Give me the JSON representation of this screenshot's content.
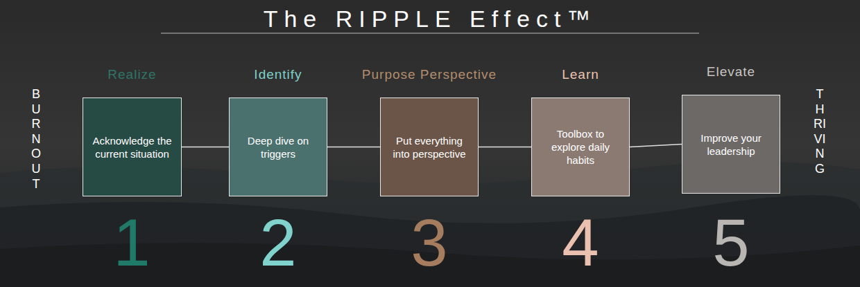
{
  "diagram": {
    "title": "The RIPPLE Effect™",
    "nodes": [
      {
        "text": [
          "Realize",
          "Acknowledge the current situation"
        ]
      },
      {
        "text": [
          "Identify",
          "Deep dive on triggers"
        ]
      },
      {
        "text": [
          "Purpose Perspective",
          "Put everything into perspective"
        ]
      },
      {
        "text": [
          "Learn",
          "Toolbox to explore daily habits"
        ]
      },
      {
        "text": [
          "Elevate",
          "Improve your leadership"
        ]
      }
    ],
    "edges": [
      {
        "from": 0,
        "to": 1,
        "arrow": "none"
      },
      {
        "from": 1,
        "to": 2,
        "arrow": "none"
      },
      {
        "from": 2,
        "to": 3,
        "arrow": "none"
      },
      {
        "from": 3,
        "to": 4,
        "arrow": "none"
      }
    ],
    "labels": [
      "BURNOUT",
      "THRIVING",
      "1",
      "2",
      "3",
      "4",
      "5"
    ]
  }
}
